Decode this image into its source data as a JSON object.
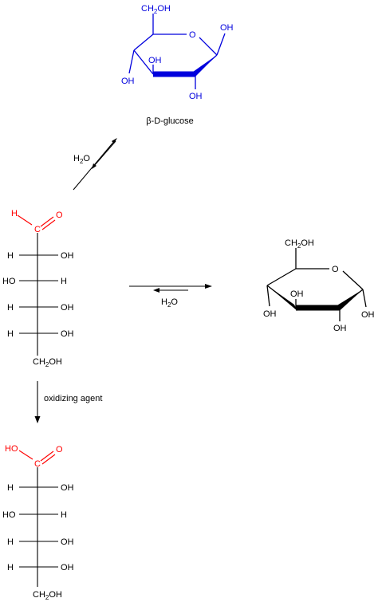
{
  "colors": {
    "beta_glucose": "#0000dd",
    "carbonyl": "#ff0000",
    "ink": "#000000"
  },
  "beta_glucose": {
    "label": "β-D-glucose",
    "ch2oh_prefix": "CH",
    "ch2oh_sub": "2",
    "ch2oh_suffix": "OH",
    "ring_o": "O",
    "oh_anomeric": "OH",
    "oh_c2": "OH",
    "oh_c3": "OH",
    "oh_c4": "OH"
  },
  "alpha_glucose": {
    "ch2oh_prefix": "CH",
    "ch2oh_sub": "2",
    "ch2oh_suffix": "OH",
    "ring_o": "O",
    "oh_anomeric": "OH",
    "oh_c2": "OH",
    "oh_c3": "OH",
    "oh_c4": "OH"
  },
  "open_chain": {
    "aldehyde_h": "H",
    "carbonyl_c": "C",
    "carbonyl_o": "O",
    "rows": [
      {
        "left": "H",
        "right": "OH"
      },
      {
        "left": "HO",
        "right": "H"
      },
      {
        "left": "H",
        "right": "OH"
      },
      {
        "left": "H",
        "right": "OH"
      }
    ],
    "ch2oh_prefix": "CH",
    "ch2oh_sub": "2",
    "ch2oh_suffix": "OH"
  },
  "gluconic_acid": {
    "carboxyl_ho": "HO",
    "carbonyl_c": "C",
    "carbonyl_o": "O",
    "rows": [
      {
        "left": "H",
        "right": "OH"
      },
      {
        "left": "HO",
        "right": "H"
      },
      {
        "left": "H",
        "right": "OH"
      },
      {
        "left": "H",
        "right": "OH"
      }
    ],
    "ch2oh_prefix": "CH",
    "ch2oh_sub": "2",
    "ch2oh_suffix": "OH"
  },
  "arrows": {
    "hydration_top_prefix": "H",
    "hydration_top_sub": "2",
    "hydration_top_suffix": "O",
    "hydration_right_prefix": "H",
    "hydration_right_sub": "2",
    "hydration_right_suffix": "O",
    "oxidation_label": "oxidizing agent"
  }
}
